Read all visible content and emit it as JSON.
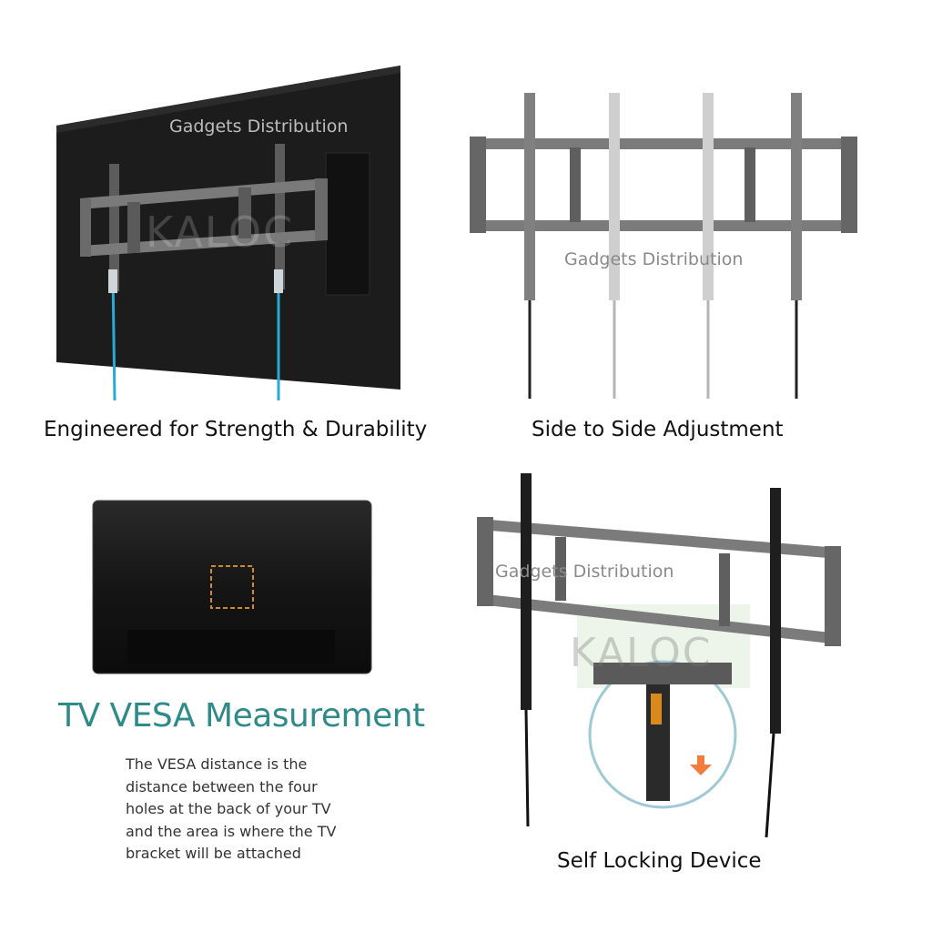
{
  "panels": {
    "strength": {
      "caption": "Engineered for Strength & Durability",
      "watermark": "Gadgets Distribution",
      "logo_text": "KALOC"
    },
    "side_adjust": {
      "caption": "Side to Side Adjustment",
      "watermark": "Gadgets Distribution"
    },
    "vesa": {
      "title": "TV VESA Measurement",
      "description_lines": [
        "The VESA distance is the",
        "distance between the four",
        "holes at the back of your TV",
        "and the area is where the TV",
        "bracket will be attached"
      ]
    },
    "self_locking": {
      "caption": "Self Locking Device",
      "watermark": "Gadgets Distribution",
      "logo_text": "KALOC"
    }
  },
  "colors": {
    "tv_back": "#1a1a1a",
    "bracket_gray": "#6b6b6b",
    "cable_blue": "#29a9d6",
    "vesa_outline": "#d08a2a",
    "title_teal": "#2f8a8a",
    "arrow_orange": "#f07d3c"
  }
}
